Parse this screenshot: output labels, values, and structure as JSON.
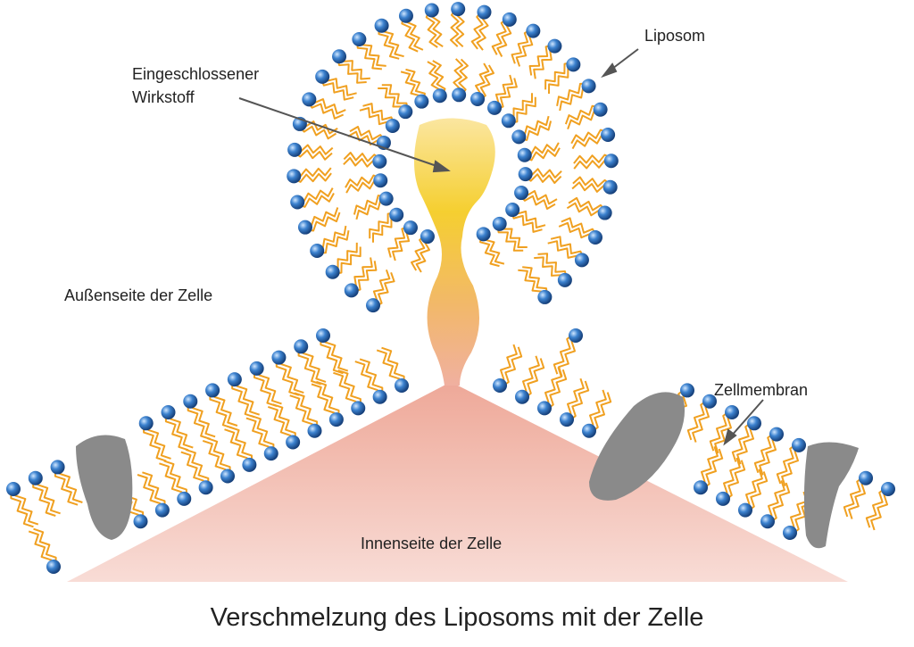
{
  "labels": {
    "liposome": "Liposom",
    "drug_line1": "Eingeschlossener",
    "drug_line2": "Wirkstoff",
    "outside": "Außenseite der Zelle",
    "membrane": "Zellmembran",
    "inside": "Innenseite der Zelle"
  },
  "caption": "Verschmelzung des Liposoms mit der Zelle",
  "colors": {
    "head": "#2f6fb8",
    "tail": "#f0a020",
    "protein": "#8a8a8a",
    "cytoplasm": "#f3c6bd",
    "drug": "#f6cf3a"
  }
}
